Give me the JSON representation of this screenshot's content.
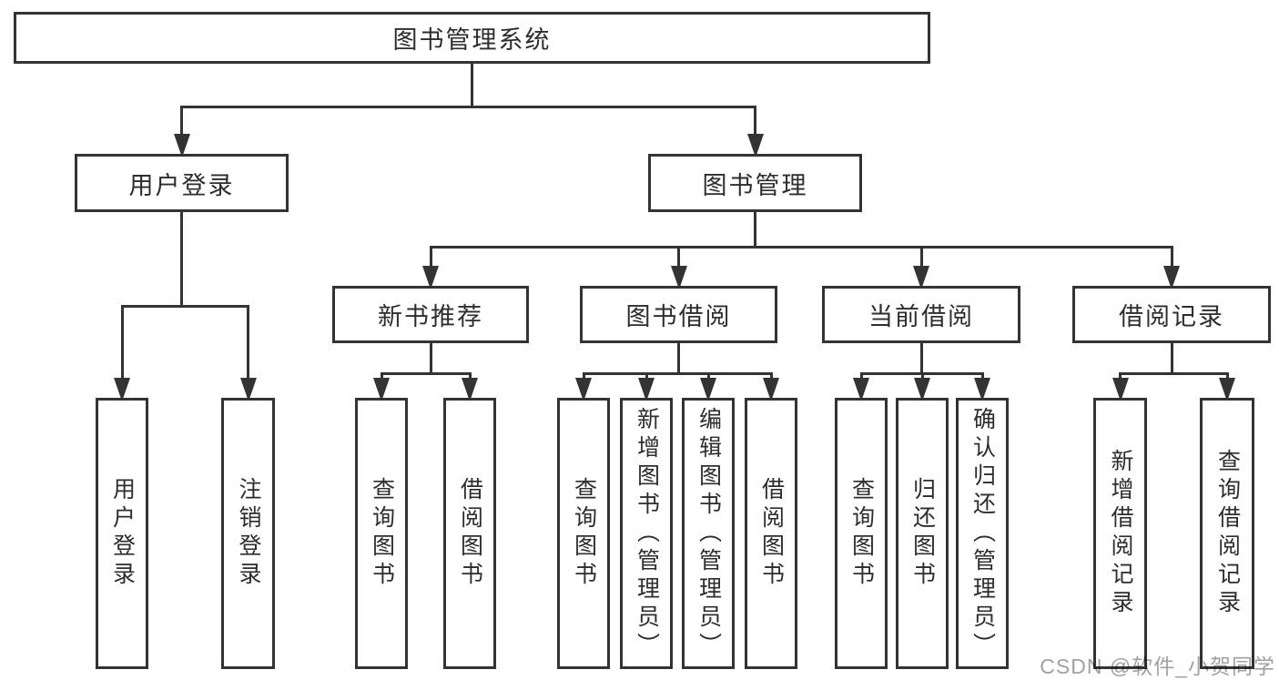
{
  "diagram_title": "图书管理系统",
  "colors": {
    "background": "#ffffff",
    "line": "#333333",
    "box_border": "#333333",
    "box_fill": "#ffffff",
    "text": "#2d2d2d",
    "watermark": "#909090"
  },
  "watermark": {
    "text": "CSDN @软件_小贺同学"
  },
  "nodes": [
    {
      "id": "root",
      "label": "图书管理系统",
      "parent": null
    },
    {
      "id": "user-login",
      "label": "用户登录",
      "parent": "root"
    },
    {
      "id": "book-management",
      "label": "图书管理",
      "parent": "root"
    },
    {
      "id": "new-book-recommend",
      "label": "新书推荐",
      "parent": "book-management"
    },
    {
      "id": "book-borrowing",
      "label": "图书借阅",
      "parent": "book-management"
    },
    {
      "id": "current-borrowing",
      "label": "当前借阅",
      "parent": "book-management"
    },
    {
      "id": "borrowing-records",
      "label": "借阅记录",
      "parent": "book-management"
    },
    {
      "id": "leaf-user-login",
      "label": "用户登录",
      "parent": "user-login"
    },
    {
      "id": "leaf-logout",
      "label": "注销登录",
      "parent": "user-login"
    },
    {
      "id": "leaf-query-books-1",
      "label": "查询图书",
      "parent": "new-book-recommend"
    },
    {
      "id": "leaf-borrow-books-1",
      "label": "借阅图书",
      "parent": "new-book-recommend"
    },
    {
      "id": "leaf-query-books-2",
      "label": "查询图书",
      "parent": "book-borrowing"
    },
    {
      "id": "leaf-add-books",
      "label": "新增图书（管理员）",
      "parent": "book-borrowing"
    },
    {
      "id": "leaf-edit-books",
      "label": "编辑图书（管理员）",
      "parent": "book-borrowing"
    },
    {
      "id": "leaf-borrow-books-2",
      "label": "借阅图书",
      "parent": "book-borrowing"
    },
    {
      "id": "leaf-query-books-3",
      "label": "查询图书",
      "parent": "current-borrowing"
    },
    {
      "id": "leaf-return-books",
      "label": "归还图书",
      "parent": "current-borrowing"
    },
    {
      "id": "leaf-confirm-return",
      "label": "确认归还（管理员）",
      "parent": "current-borrowing"
    },
    {
      "id": "leaf-add-borrow-record",
      "label": "新增借阅记录",
      "parent": "borrowing-records"
    },
    {
      "id": "leaf-query-borrow-record",
      "label": "查询借阅记录",
      "parent": "borrowing-records"
    }
  ]
}
